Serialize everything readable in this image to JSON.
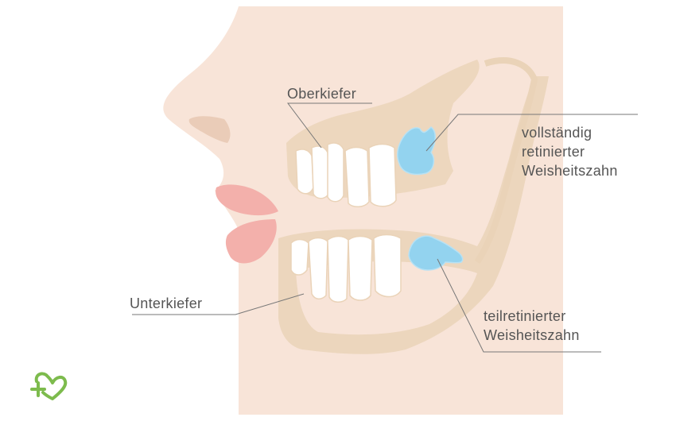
{
  "labels": {
    "upper_jaw": "Oberkiefer",
    "lower_jaw": "Unterkiefer",
    "fully_retained": [
      "vollständig",
      "retinierter",
      "Weisheitszahn"
    ],
    "partially_retained": [
      "teilretinierter",
      "Weisheitszahn"
    ]
  },
  "colors": {
    "skin": "#f8e4d8",
    "bone": "#ead3b8",
    "tooth": "#ffffff",
    "wisdom_tooth": "#93d3ef",
    "lips": "#f3b0ab",
    "leader_line": "#777777",
    "label_text": "#555555",
    "logo": "#7dbb4d"
  },
  "icons": {
    "logo": "heart-cross-logo-icon"
  }
}
